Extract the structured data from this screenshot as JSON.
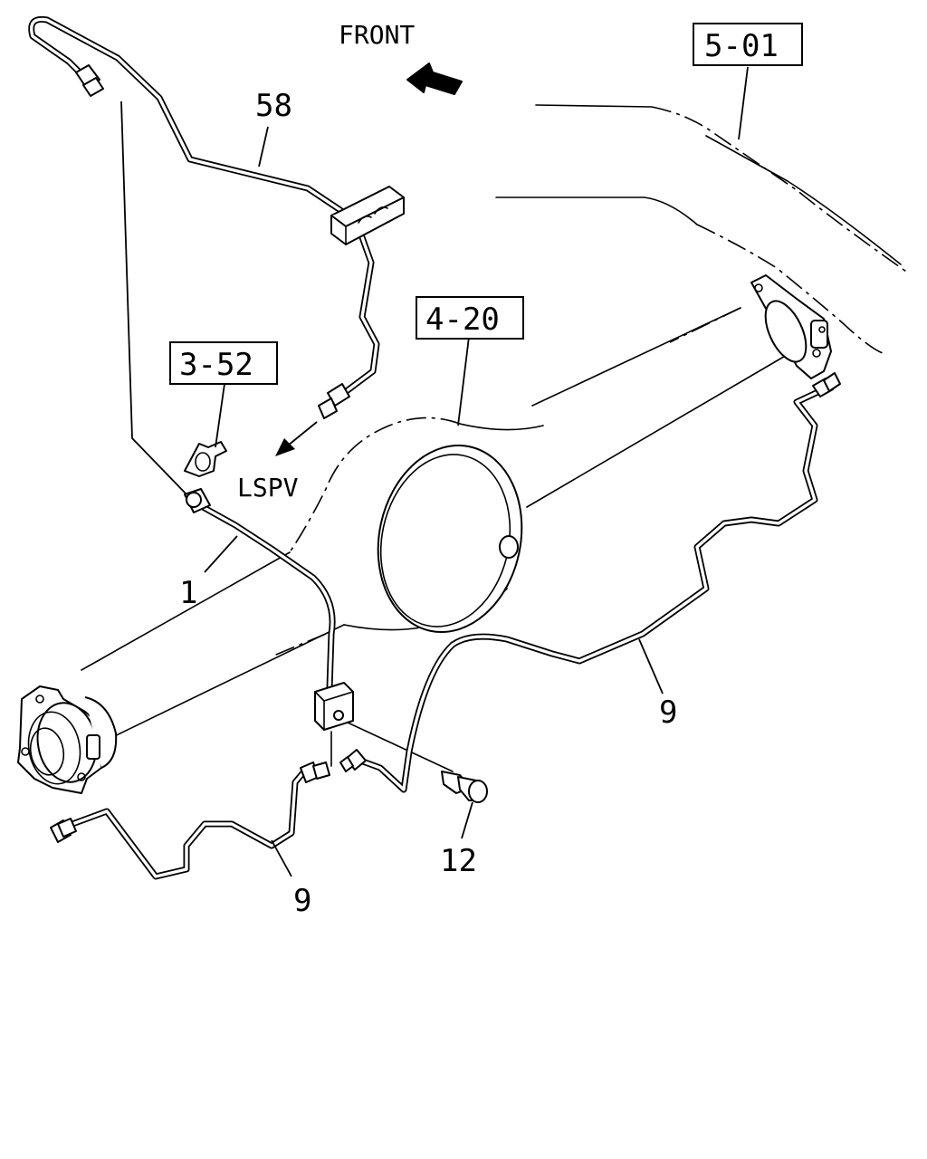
{
  "labels": {
    "front": "FRONT",
    "lspv": "LSPV",
    "ref_5_01": "5-01",
    "ref_4_20": "4-20",
    "ref_3_52": "3-52",
    "part_58": "58",
    "part_1": "1",
    "part_9_right": "9",
    "part_9_left": "9",
    "part_12": "12"
  }
}
